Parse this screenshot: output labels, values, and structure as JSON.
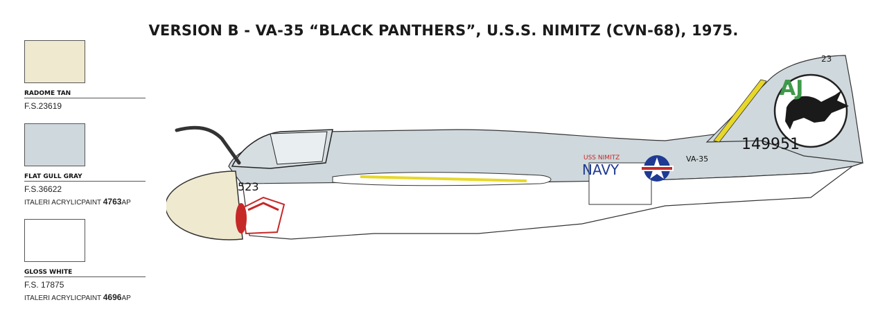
{
  "title": "VERSION B - VA-35 “BLACK PANTHERS”, U.S.S. NIMITZ (CVN-68), 1975.",
  "legend": [
    {
      "name": "RADOME TAN",
      "fs": "F.S.23619",
      "acrylic_label": "",
      "acrylic_code": "",
      "acrylic_suffix": "",
      "color": "#efe9cf"
    },
    {
      "name": "FLAT GULL GRAY",
      "fs": "F.S.36622",
      "acrylic_label": "ITALERI ACRYLICPAINT",
      "acrylic_code": "4763",
      "acrylic_suffix": "AP",
      "color": "#cfd8dc"
    },
    {
      "name": "GLOSS WHITE",
      "fs": "F.S. 17875",
      "acrylic_label": "ITALERI ACRYLICPAINT",
      "acrylic_code": "4696",
      "acrylic_suffix": "AP",
      "color": "#ffffff"
    }
  ],
  "markings": {
    "modex_nose": "523",
    "bureau_number": "149951",
    "tail_code": "AJ",
    "tail_modex": "23",
    "ship_name": "USS NIMITZ",
    "service": "NAVY",
    "squadron": "VA-35"
  }
}
